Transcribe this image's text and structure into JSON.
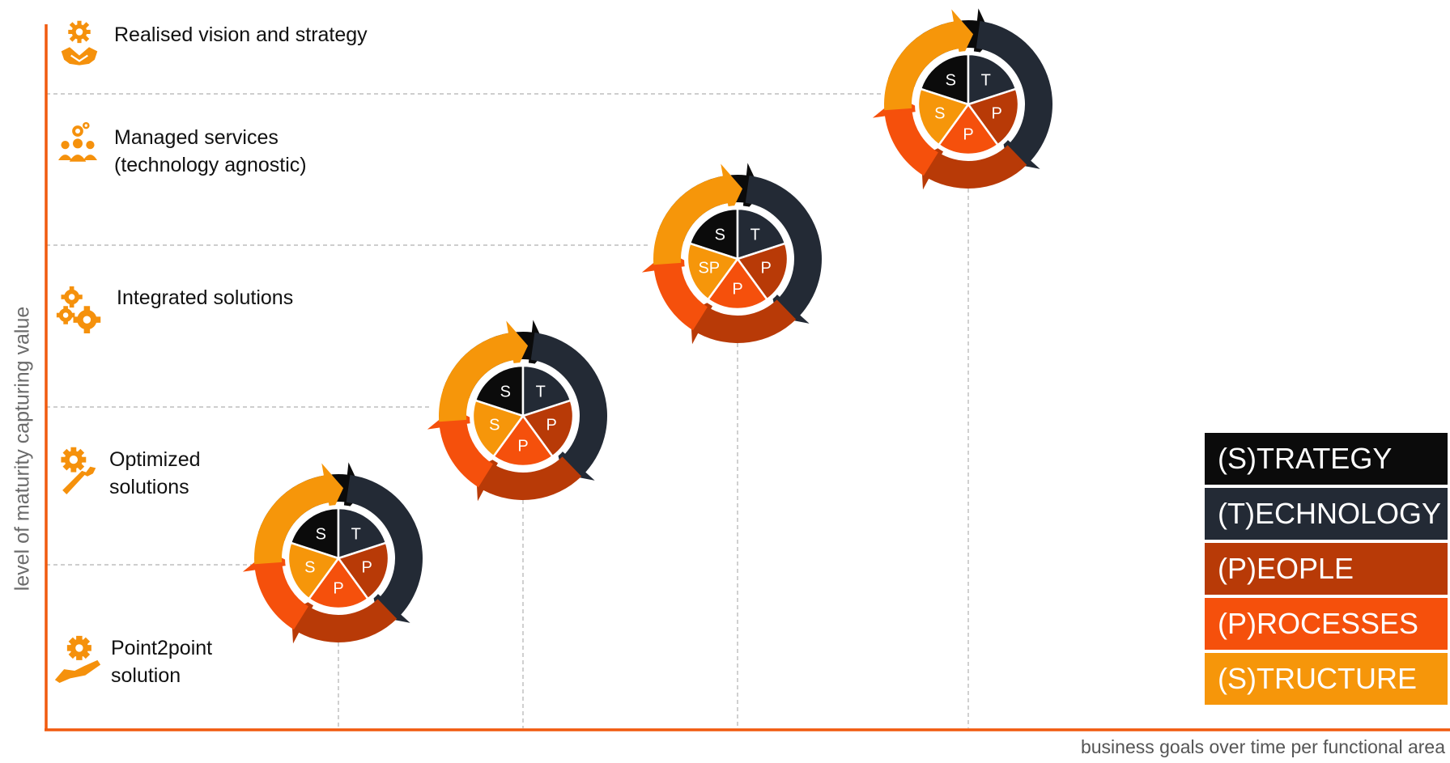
{
  "y_axis_title": "level of maturity capturing value",
  "x_axis_title": "business goals over time per functional area",
  "levels": [
    {
      "label": "Realised vision and strategy",
      "icon": "handshake-gear-icon"
    },
    {
      "label": "Managed services\n(technology agnostic)",
      "icon": "people-gears-icon"
    },
    {
      "label": "Integrated solutions",
      "icon": "gears-icon"
    },
    {
      "label": "Optimized\nsolutions",
      "icon": "gear-wrench-icon"
    },
    {
      "label": "Point2point\nsolution",
      "icon": "hand-gear-icon"
    }
  ],
  "cycles": [
    {
      "labels": [
        "S",
        "T",
        "P",
        "P",
        "S"
      ]
    },
    {
      "labels": [
        "S",
        "T",
        "P",
        "P",
        "S"
      ]
    },
    {
      "labels": [
        "S",
        "T",
        "P",
        "P",
        "SP"
      ]
    },
    {
      "labels": [
        "S",
        "T",
        "P",
        "P",
        "S"
      ]
    }
  ],
  "legend": [
    {
      "label": "(S)TRATEGY",
      "color": "#0b0b0b"
    },
    {
      "label": "(T)ECHNOLOGY",
      "color": "#232a35"
    },
    {
      "label": "(P)EOPLE",
      "color": "#b83a07"
    },
    {
      "label": "(P)ROCESSES",
      "color": "#f5500c"
    },
    {
      "label": "(S)TRUCTURE",
      "color": "#f6960a"
    }
  ],
  "colors": {
    "axis": "#f15a0f",
    "icon": "#f5910c",
    "strategy": "#0b0b0b",
    "technology": "#232a35",
    "people": "#b83a07",
    "processes": "#f5500c",
    "structure": "#f6960a"
  }
}
